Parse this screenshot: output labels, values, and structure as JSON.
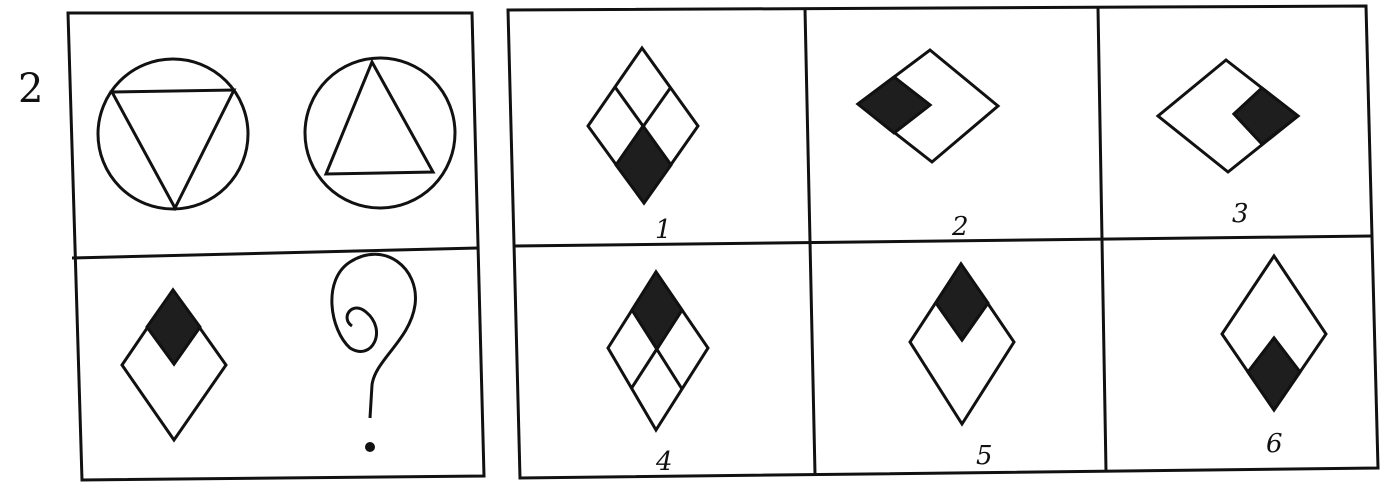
{
  "item_number": "2",
  "question_mark": "?",
  "options": [
    {
      "label": "1",
      "figure": "rhombus-four-quadrants-bottom-filled"
    },
    {
      "label": "2",
      "figure": "wide-rhombus-left-notch-filled"
    },
    {
      "label": "3",
      "figure": "wide-rhombus-right-notch-filled"
    },
    {
      "label": "4",
      "figure": "rhombus-four-quadrants-top-filled"
    },
    {
      "label": "5",
      "figure": "rhombus-top-notch-filled"
    },
    {
      "label": "6",
      "figure": "rhombus-bottom-notch-filled"
    }
  ],
  "colors": {
    "ink": "#111111",
    "shade": "#1e1e1e",
    "paper": "#ffffff"
  }
}
